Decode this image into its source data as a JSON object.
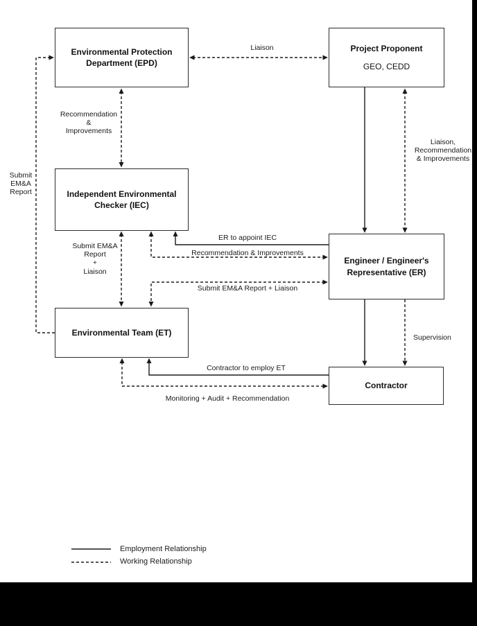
{
  "colors": {
    "line": "#1a1a1a",
    "page_background": "#ffffff",
    "frame": "#000000"
  },
  "boxes": {
    "epd": {
      "label": "Environmental Protection\nDepartment (EPD)"
    },
    "project_proponent": {
      "title": "Project Proponent",
      "subtitle": "GEO, CEDD"
    },
    "iec": {
      "label": "Independent Environmental\nChecker (IEC)"
    },
    "er": {
      "label": "Engineer / Engineer's\nRepresentative (ER)"
    },
    "et": {
      "label": "Environmental Team (ET)"
    },
    "contractor": {
      "label": "Contractor"
    }
  },
  "edge_labels": {
    "liaison_top": "Liaison",
    "recommendation_improvements_epd_iec": "Recommendation\n&\nImprovements",
    "submit_ema_report_left": "Submit\nEM&A\nReport",
    "liaison_rec_improvements_right": "Liaison,\nRecommendation\n& Improvements",
    "er_to_appoint_iec": "ER to appoint IEC",
    "recommendation_improvements_iec_er": "Recommendation & Improvements",
    "submit_ema_report_liaison_et_er": "Submit EM&A Report + Liaison",
    "submit_ema_report_liaison_iec_et": "Submit EM&A\nReport\n+\nLiaison",
    "supervision": "Supervision",
    "contractor_to_employ_et": "Contractor to employ ET",
    "monitoring_audit_recommendation": "Monitoring + Audit + Recommendation"
  },
  "legend": {
    "employment": "Employment Relationship",
    "working": "Working Relationship"
  }
}
